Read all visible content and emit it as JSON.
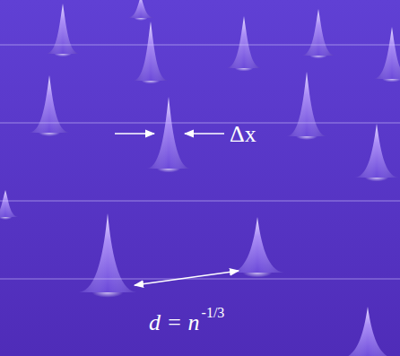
{
  "diagram": {
    "labels": [
      "Δx",
      "d = n",
      "-1/3"
    ]
  }
}
